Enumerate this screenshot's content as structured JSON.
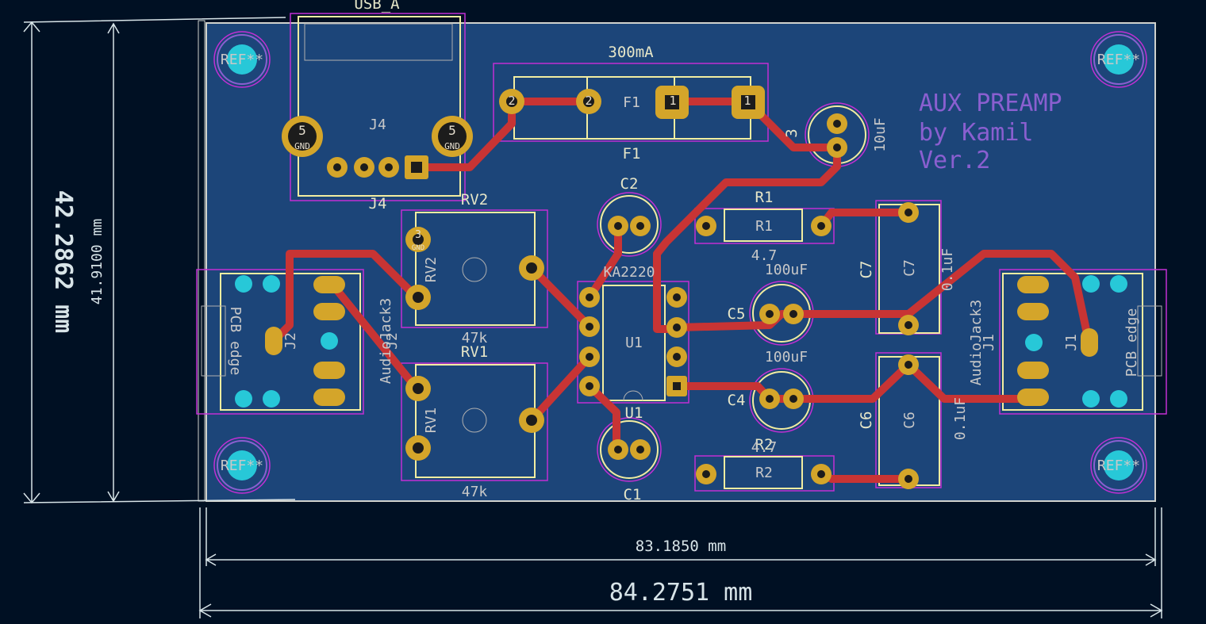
{
  "colors": {
    "background": "#001023",
    "board_fill": "#1c4579",
    "board_edge": "#d0d2cd",
    "track": "#c83434",
    "pad": "#d4a52a",
    "silkscreen": "#f2eda1",
    "courtyard": "#c22fd4",
    "dimension": "#d8e4e8",
    "mounting_hole": "#27c8d8",
    "title_text": "#8a5fd0"
  },
  "dimensions": {
    "height_outer": "42.2862 mm",
    "height_inner": "41.9100 mm",
    "width_inner": "83.1850 mm",
    "width_outer": "84.2751 mm"
  },
  "board_text": {
    "line1": "AUX PREAMP",
    "line2": "by Kamil",
    "line3": "Ver.2"
  },
  "components": {
    "usb_conn": {
      "value": "USB_A",
      "ref": "J4",
      "ref_fab": "J4",
      "pin_label": "5",
      "gnd_label": "GND"
    },
    "fuse": {
      "value": "300mA",
      "ref": "F1",
      "ref_fab": "F1",
      "pin2": "2",
      "pin1": "1"
    },
    "c3": {
      "ref": "3",
      "value": "10uF"
    },
    "rv2": {
      "ref": "RV2",
      "ref_fab": "RV2",
      "value": "47k",
      "pin_label": "3",
      "gnd": "GND"
    },
    "rv1": {
      "ref": "RV1",
      "ref_fab": "RV1",
      "value": "47k"
    },
    "c2": {
      "ref": "C2"
    },
    "c1": {
      "ref": "C1"
    },
    "u1": {
      "ref": "U1",
      "ref_fab": "U1",
      "value": "KA2220"
    },
    "r1": {
      "ref": "R1",
      "ref_fab": "R1",
      "value": "4.7"
    },
    "r2": {
      "ref": "R2",
      "ref_fab": "R2",
      "value": "4.7"
    },
    "c5": {
      "ref": "C5",
      "value": "100uF"
    },
    "c4": {
      "ref": "C4",
      "value": "100uF"
    },
    "c7": {
      "ref": "C7",
      "ref_fab": "C7",
      "value": "0.1uF"
    },
    "c6": {
      "ref": "C6",
      "ref_fab": "C6",
      "value": "0.1uF"
    },
    "j2": {
      "ref": "J2",
      "fab": "J2",
      "value": "AudioJack3",
      "edge": "PCB edge"
    },
    "j1": {
      "ref": "J1",
      "fab": "J1",
      "value": "AudioJack3",
      "edge": "PCB edge"
    },
    "holes": {
      "ref": "REF**"
    }
  }
}
